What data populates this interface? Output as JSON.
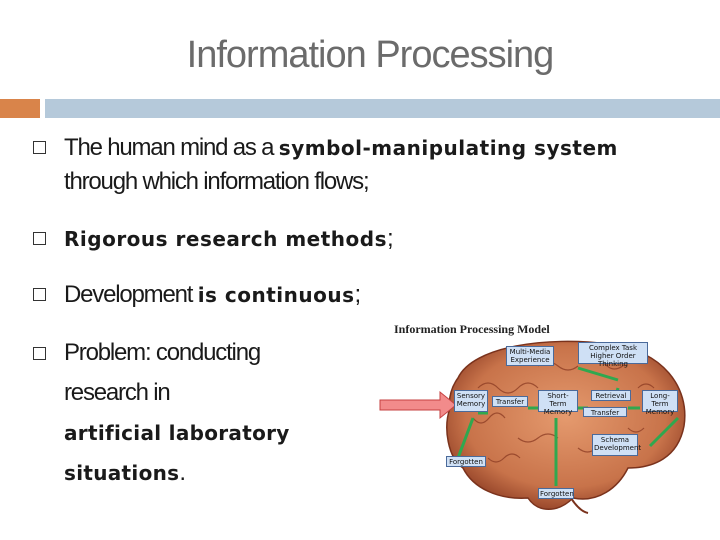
{
  "slide": {
    "title": "Information Processing"
  },
  "bullets": [
    {
      "line1_plain": "The human mind as a ",
      "line1_bold": "symbol-manipulating system",
      "line2": "through which information  flows;"
    },
    {
      "bold": "Rigorous research methods",
      "plain": ";"
    },
    {
      "plain": "Development ",
      "bold": "is continuous",
      "tail": ";"
    },
    {
      "line1": "Problem: conducting",
      "line2": "research in",
      "line3_bold": "artificial laboratory",
      "line4_bold": "situations",
      "line4_tail": "."
    }
  ],
  "diagram": {
    "title": "Information Processing Model",
    "boxes": {
      "multimedia": "Multi-Media Experience",
      "complex": "Complex Task Higher Order Thinking",
      "sensory": "Sensory Memory",
      "transfer1": "Transfer",
      "shortterm": "Short-Term Memory",
      "retrieval": "Retrieval",
      "longterm": "Long-Term Memory",
      "transfer2": "Transfer",
      "schema": "Schema Development",
      "forgotten1": "Forgotten",
      "forgotten2": "Forgotten"
    },
    "colors": {
      "brain": "#c8734a",
      "brain_dark": "#8a3a22",
      "arrow_green": "#2fa84f",
      "arrow_red": "#e85050",
      "box": "#cfe0f5"
    }
  },
  "colors": {
    "accent_orange": "#d9844a",
    "accent_blue": "#b5c9da",
    "title_gray": "#6b6b6b"
  }
}
